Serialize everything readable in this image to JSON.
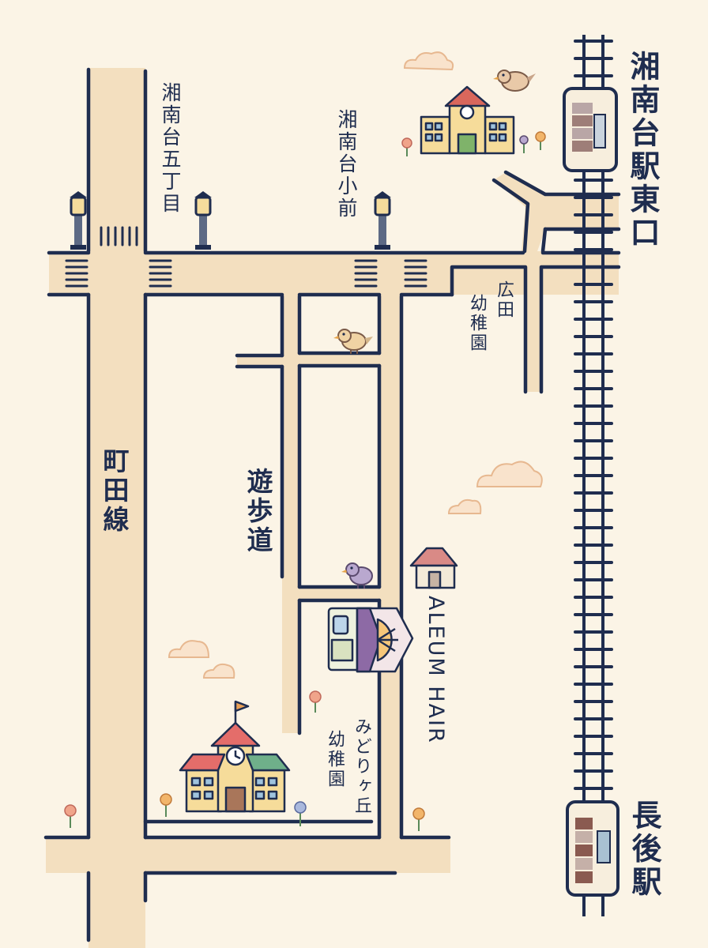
{
  "stations": {
    "shonandai_east": "湘南台駅東口",
    "chogo": "長後駅"
  },
  "roads": {
    "machida_line": "町田線",
    "promenade": "遊歩道"
  },
  "intersections": {
    "gochome": "湘南台五丁目",
    "shomae": "湘南台小前"
  },
  "facilities": {
    "hirota_kindergarten": [
      "広田",
      "幼稚園"
    ],
    "midorigaoka_kindergarten": [
      "みどりヶ丘",
      "幼稚園"
    ]
  },
  "shop": {
    "name": "ALEUM HAIR"
  },
  "colors": {
    "background": "#fbf4e6",
    "road_fill": "#f3dfbf",
    "road_outline": "#1f2d4f",
    "rail": "#1f2d4f",
    "text": "#1f2d4f"
  }
}
